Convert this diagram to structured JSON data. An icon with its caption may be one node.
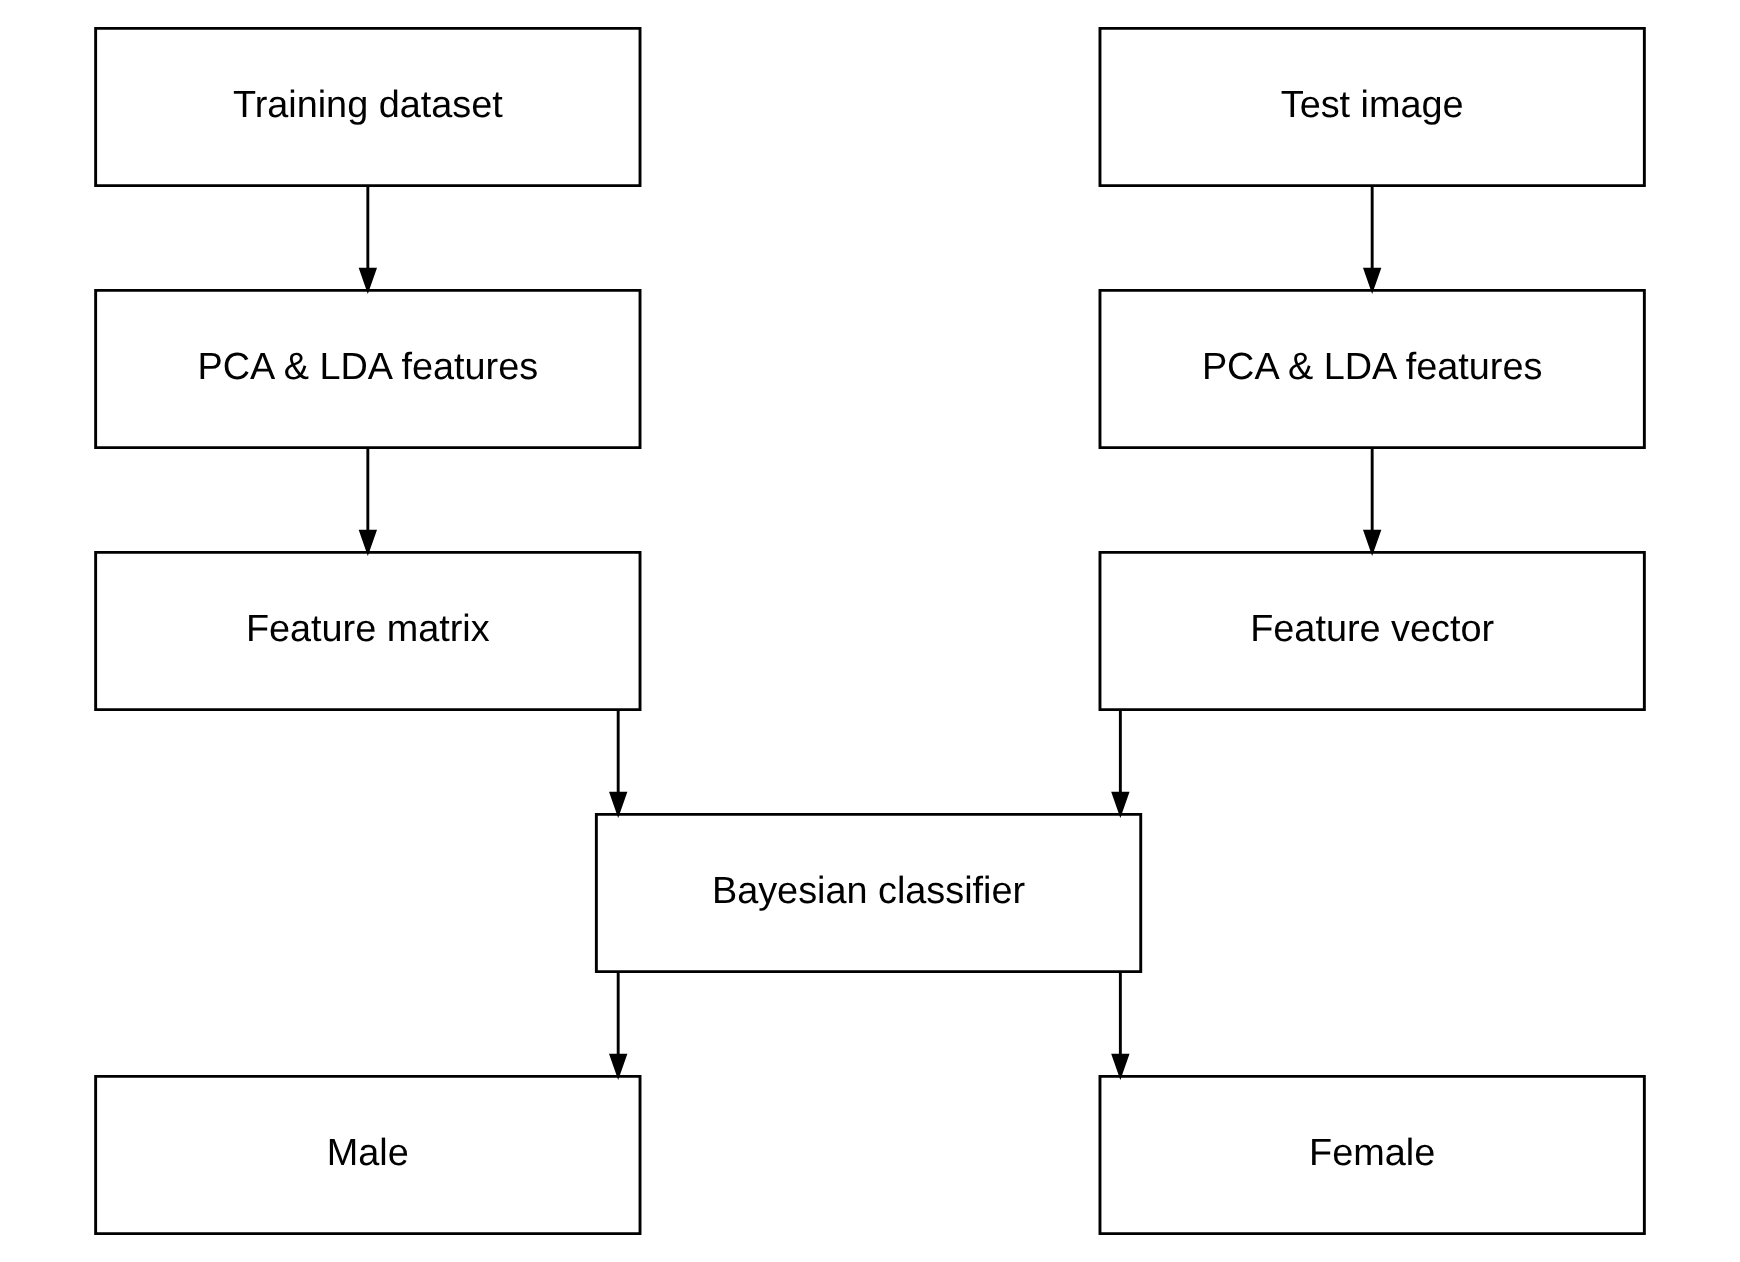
{
  "diagram": {
    "nodes": [
      {
        "text": [
          "Training dataset"
        ]
      },
      {
        "text": [
          "PCA & LDA features"
        ]
      },
      {
        "text": [
          "Feature matrix"
        ]
      },
      {
        "text": [
          "Test image"
        ]
      },
      {
        "text": [
          "PCA & LDA features"
        ]
      },
      {
        "text": [
          "Feature vector"
        ]
      },
      {
        "text": [
          "Bayesian classifier"
        ]
      },
      {
        "text": [
          "Male"
        ]
      },
      {
        "text": [
          "Female"
        ]
      }
    ],
    "edges": [
      {
        "from": 0,
        "to": 1,
        "arrow": "to"
      },
      {
        "from": 1,
        "to": 2,
        "arrow": "to"
      },
      {
        "from": 3,
        "to": 4,
        "arrow": "to"
      },
      {
        "from": 4,
        "to": 5,
        "arrow": "to"
      },
      {
        "from": 2,
        "to": 6,
        "arrow": "to"
      },
      {
        "from": 5,
        "to": 6,
        "arrow": "to"
      },
      {
        "from": 6,
        "to": 7,
        "arrow": "to"
      },
      {
        "from": 6,
        "to": 8,
        "arrow": "to"
      }
    ]
  }
}
